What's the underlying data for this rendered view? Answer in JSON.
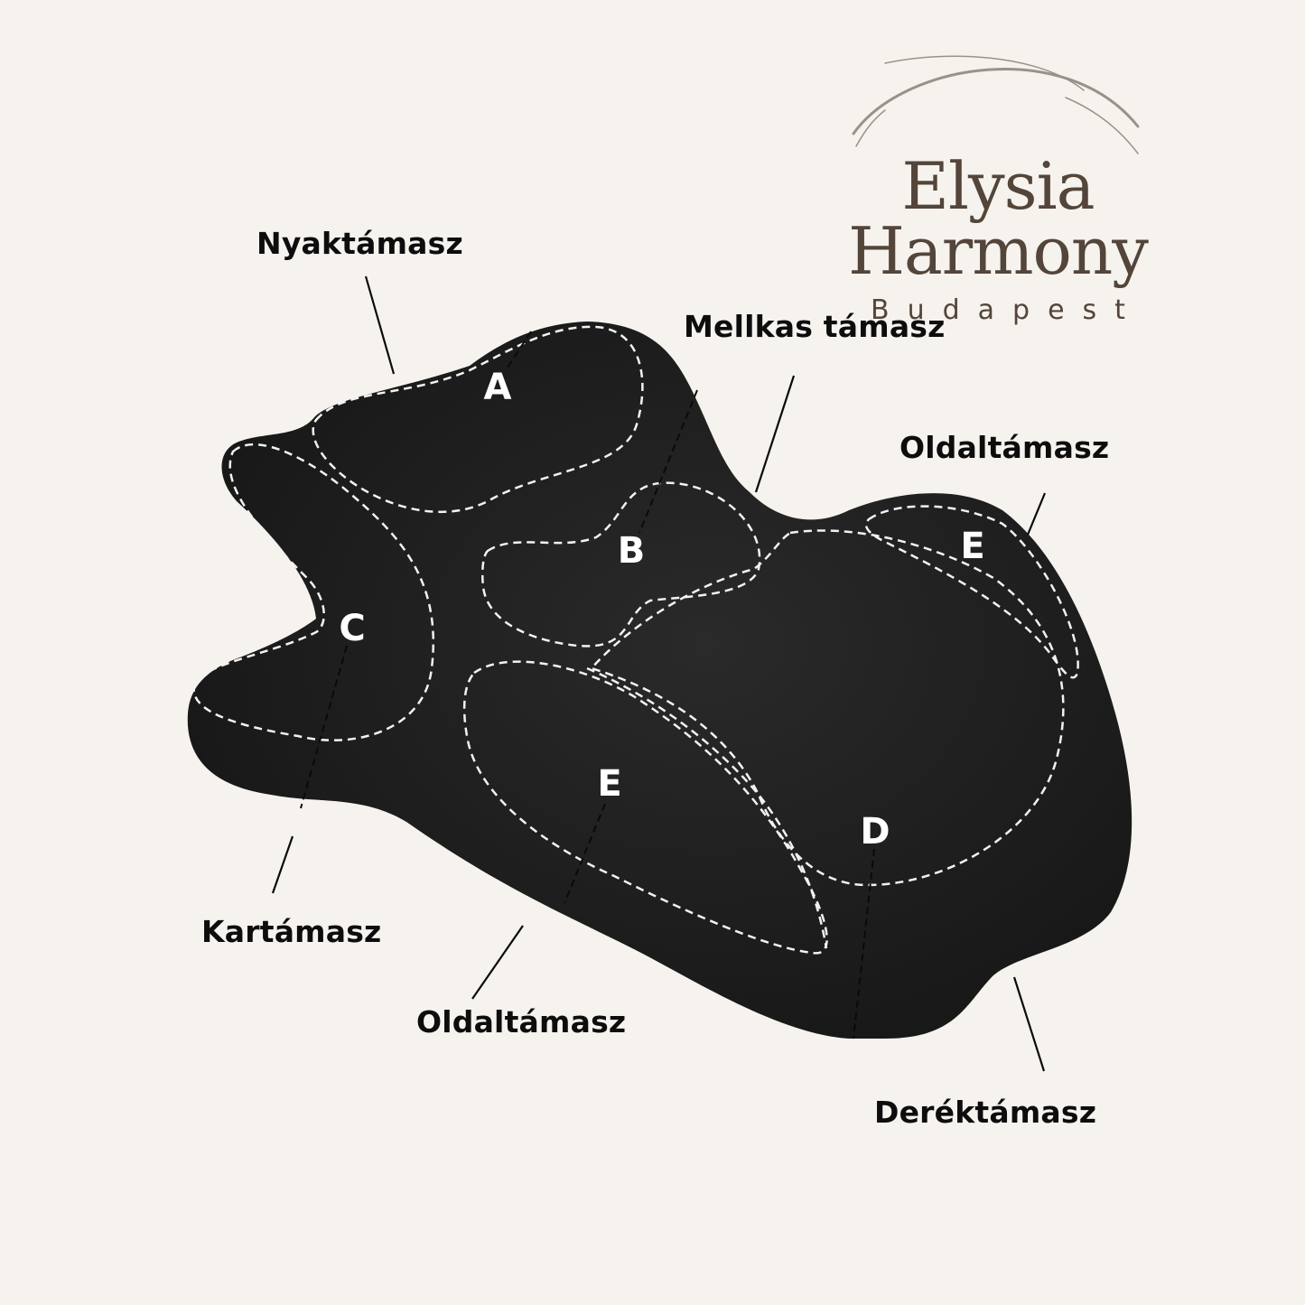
{
  "brand": {
    "name": "Elysia Harmony",
    "subtitle": "Budapest",
    "color": "#54453b"
  },
  "background_color": "#f6f3ee",
  "product_color": "#1c1c1c",
  "callouts": {
    "neck": "Nyaktámasz",
    "chest": "Mellkas támasz",
    "side_right": "Oldaltámasz",
    "shoulder": "Kartámasz",
    "side_bottom": "Oldaltámasz",
    "lumbar": "Deréktámasz"
  },
  "zones": {
    "a": "A",
    "b": "B",
    "c": "C",
    "d": "D",
    "e_right": "E",
    "e_left": "E"
  }
}
